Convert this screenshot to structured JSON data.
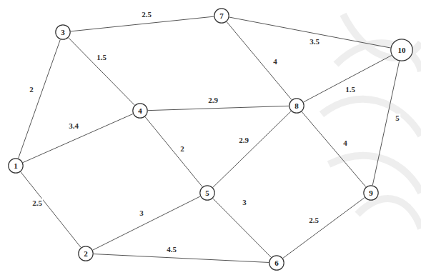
{
  "diagram": {
    "nodes": [
      {
        "text": [
          "1"
        ]
      },
      {
        "text": [
          "2"
        ]
      },
      {
        "text": [
          "3"
        ]
      },
      {
        "text": [
          "4"
        ]
      },
      {
        "text": [
          "5"
        ]
      },
      {
        "text": [
          "6"
        ]
      },
      {
        "text": [
          "7"
        ]
      },
      {
        "text": [
          "8"
        ]
      },
      {
        "text": [
          "9"
        ]
      },
      {
        "text": [
          "10"
        ]
      }
    ],
    "edges": [
      {
        "from": 0,
        "to": 2,
        "arrow": "none",
        "label": "2"
      },
      {
        "from": 0,
        "to": 3,
        "arrow": "none",
        "label": "3.4"
      },
      {
        "from": 0,
        "to": 1,
        "arrow": "none",
        "label": "2.5"
      },
      {
        "from": 2,
        "to": 6,
        "arrow": "none",
        "label": "2.5"
      },
      {
        "from": 2,
        "to": 3,
        "arrow": "none",
        "label": "1.5"
      },
      {
        "from": 3,
        "to": 7,
        "arrow": "none",
        "label": "2.9"
      },
      {
        "from": 3,
        "to": 4,
        "arrow": "none",
        "label": "2"
      },
      {
        "from": 1,
        "to": 4,
        "arrow": "none",
        "label": "3"
      },
      {
        "from": 1,
        "to": 5,
        "arrow": "none",
        "label": "4.5"
      },
      {
        "from": 4,
        "to": 7,
        "arrow": "none",
        "label": "2.9"
      },
      {
        "from": 4,
        "to": 5,
        "arrow": "none",
        "label": "3"
      },
      {
        "from": 6,
        "to": 9,
        "arrow": "none",
        "label": "3.5"
      },
      {
        "from": 6,
        "to": 7,
        "arrow": "none",
        "label": "4"
      },
      {
        "from": 7,
        "to": 9,
        "arrow": "none",
        "label": "1.5"
      },
      {
        "from": 7,
        "to": 8,
        "arrow": "none",
        "label": "4"
      },
      {
        "from": 9,
        "to": 8,
        "arrow": "none",
        "label": "5"
      },
      {
        "from": 5,
        "to": 8,
        "arrow": "none",
        "label": "2.5"
      }
    ]
  }
}
